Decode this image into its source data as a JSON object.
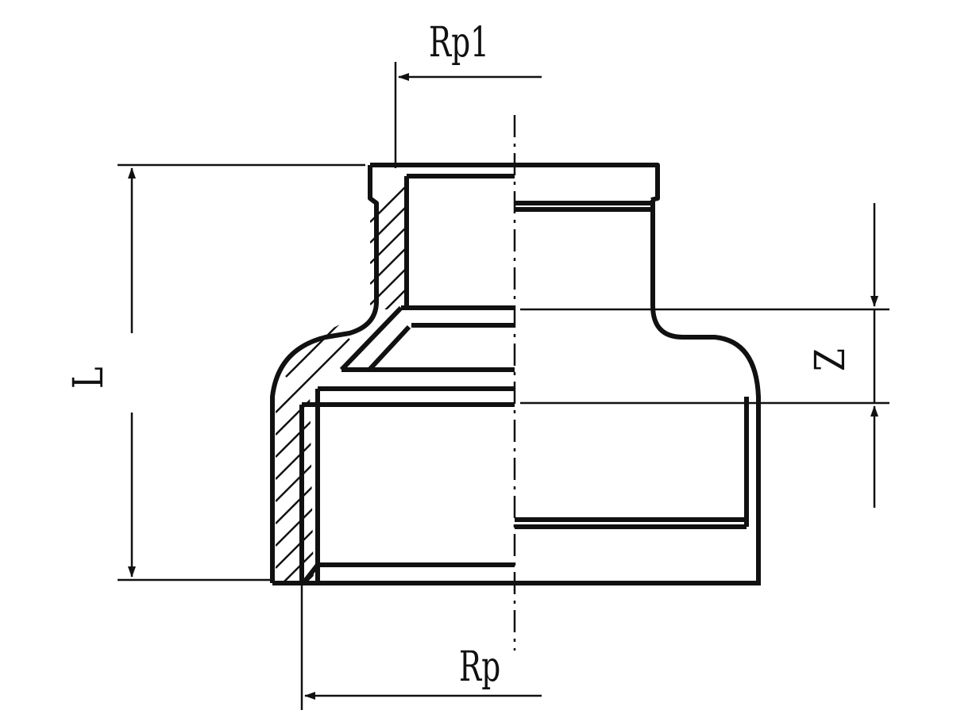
{
  "labels": {
    "rp1": "Rp1",
    "rp": "Rp",
    "l": "L",
    "z": "Z"
  },
  "colors": {
    "line": "#111111",
    "background": "#ffffff"
  }
}
